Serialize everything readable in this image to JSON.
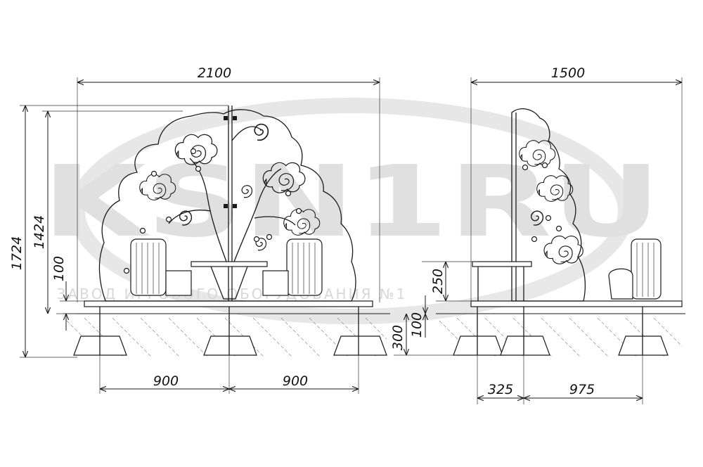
{
  "dimensions": {
    "front_width": "2100",
    "side_width": "1500",
    "total_height": "1724",
    "tree_height": "1424",
    "ground_offset_front": "100",
    "seat_height": "250",
    "ground_offset_side": "100",
    "foundation_depth": "300",
    "front_spacing_left": "900",
    "front_spacing_right": "900",
    "side_spacing_left": "325",
    "side_spacing_right": "975"
  },
  "watermark": {
    "logo_text": "KSN1RU",
    "company_text": "ЗАВОД ИГРОВОГО ОБОРУДОВАНИЯ №1"
  }
}
